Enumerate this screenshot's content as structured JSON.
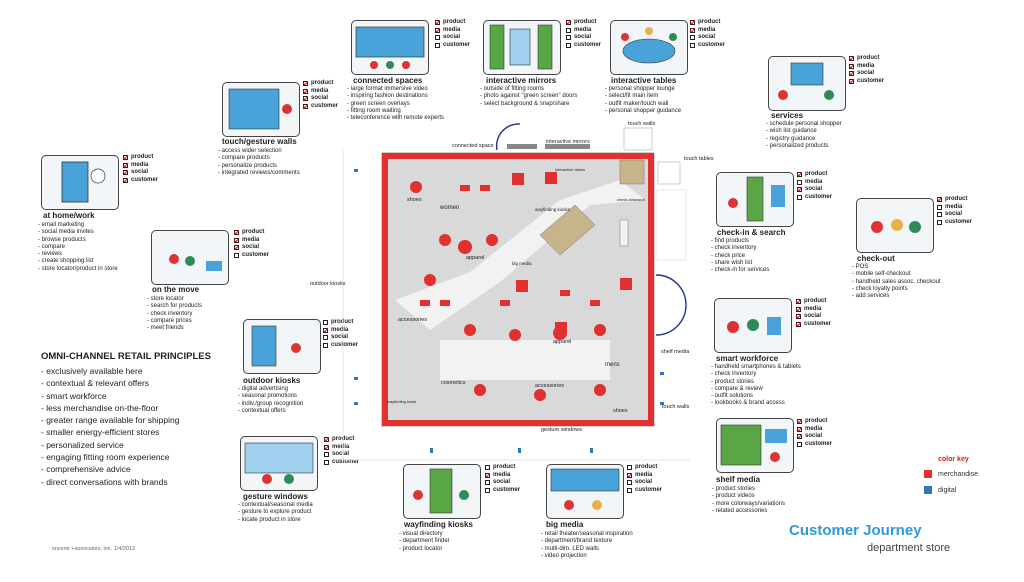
{
  "modules": [
    {
      "id": "connected-spaces",
      "title": "connected spaces",
      "items": [
        "large format immersive video",
        "inspiring fashion destinations",
        "green screen overlays",
        "fitting room waiting",
        "teleconference with remote experts"
      ],
      "checks": [
        true,
        true,
        false,
        false
      ]
    },
    {
      "id": "interactive-mirrors",
      "title": "interactive mirrors",
      "items": [
        "outside of fitting rooms",
        "photo against \"green screen\" doors",
        "select background & snap/share"
      ],
      "checks": [
        true,
        false,
        false,
        false
      ]
    },
    {
      "id": "interactive-tables",
      "title": "interactive tables",
      "items": [
        "personal shopper lounge",
        "select/fit main item",
        "outfit maker/touch wall",
        "personal shopper guidance"
      ],
      "checks": [
        true,
        true,
        false,
        false
      ]
    },
    {
      "id": "services",
      "title": "services",
      "items": [
        "schedule personal shopper",
        "wish list guidance",
        "registry guidance",
        "personalized products"
      ],
      "checks": [
        true,
        true,
        true,
        true
      ]
    },
    {
      "id": "touch-gesture-walls",
      "title": "touch/gesture walls",
      "items": [
        "access wider selection",
        "compare products",
        "personalize products",
        "integrated reviews/comments"
      ],
      "checks": [
        true,
        true,
        true,
        true
      ]
    },
    {
      "id": "at-home-work",
      "title": "at home/work",
      "items": [
        "email marketing",
        "social media invites",
        "browse products",
        "compare",
        "reviews",
        "create shopping list",
        "store locator/product in store"
      ],
      "checks": [
        true,
        true,
        true,
        true
      ]
    },
    {
      "id": "on-the-move",
      "title": "on the move",
      "items": [
        "store locator",
        "search for products",
        "check inventory",
        "compare prices",
        "meet friends"
      ],
      "checks": [
        true,
        true,
        true,
        false
      ]
    },
    {
      "id": "outdoor-kiosks",
      "title": "outdoor kiosks",
      "items": [
        "digital advertising",
        "seasonal promotions",
        "indiv./group recognition",
        "contextual offers"
      ],
      "checks": [
        false,
        true,
        false,
        false
      ]
    },
    {
      "id": "gesture-windows",
      "title": "gesture windows",
      "items": [
        "contextual/seasonal media",
        "gesture to explore product",
        "locate product in store"
      ],
      "checks": [
        true,
        true,
        false,
        false
      ]
    },
    {
      "id": "wayfinding-kiosks",
      "title": "wayfinding kiosks",
      "items": [
        "visual directory",
        "department finder",
        "product locator"
      ],
      "checks": [
        false,
        true,
        false,
        false
      ]
    },
    {
      "id": "big-media",
      "title": "big media",
      "items": [
        "retail theater/seasonal inspiration",
        "department/brand texture",
        "multi-dim. LED walls",
        "video projection"
      ],
      "checks": [
        false,
        true,
        false,
        false
      ]
    },
    {
      "id": "check-in-search",
      "title": "check-in & search",
      "items": [
        "find products",
        "check inventory",
        "check price",
        "share wish list",
        "check-in for services"
      ],
      "checks": [
        true,
        false,
        true,
        false
      ]
    },
    {
      "id": "check-out",
      "title": "check-out",
      "items": [
        "POS",
        "mobile self-checkout",
        "handheld sales assoc. checkout",
        "check loyalty points",
        "add services"
      ],
      "checks": [
        true,
        false,
        false,
        false
      ]
    },
    {
      "id": "smart-workforce",
      "title": "smart workforce",
      "items": [
        "handheld smartphones & tablets",
        "check inventory",
        "product stories",
        "compare & review",
        "outfit solutions",
        "lookbooks & brand access"
      ],
      "checks": [
        true,
        true,
        true,
        true
      ]
    },
    {
      "id": "shelf-media",
      "title": "shelf media",
      "items": [
        "product stories",
        "product videos",
        "more colorways/variations",
        "related accessories"
      ],
      "checks": [
        true,
        true,
        true,
        false
      ]
    }
  ],
  "check_labels": [
    "product",
    "media",
    "social",
    "customer"
  ],
  "map_labels": {
    "connected_space": "connected space",
    "interactive_mirrors": "interactive mirrors",
    "touch_walls": "touch walls",
    "touch_tables": "touch tables",
    "outdoor_kiosks": "outdoor kiosks",
    "shelf_media": "shelf media",
    "touch_walls_2": "touch walls",
    "gesture_windows": "gesture windows",
    "shoes": "shoes",
    "women": "women",
    "wayfinding_kiosks": "wayfinding kiosks",
    "apparel": "apparel",
    "big_media": "big media",
    "accessories": "accessories",
    "apparel_2": "apparel",
    "mens": "mens",
    "cosmetics": "cosmetics",
    "accessories_2": "accessories",
    "shoes_2": "shoes",
    "wayfinding_kiosk": "wayfinding kiosk",
    "check_in_search": "check-in/search",
    "interactive_tables": "interactive tables"
  },
  "principles": {
    "title": "OMNI-CHANNEL RETAIL PRINCIPLES",
    "items": [
      "exclusively available here",
      "contextual & relevant offers",
      "smart workforce",
      "less merchandise on-the-floor",
      "greater range available for shipping",
      "smaller energy-efficient stores",
      "personalized service",
      "engaging fitting room experience",
      "comprehensive advice",
      "direct conversations with brands"
    ]
  },
  "color_key": {
    "title": "color key",
    "items": [
      {
        "label": "merchandise",
        "color": "#e03030"
      },
      {
        "label": "digital",
        "color": "#2a7cc0"
      }
    ]
  },
  "footer": {
    "title": "Customer Journey",
    "subtitle": "department store",
    "credit": "sncone +associates, inc. 1/4/2012"
  },
  "colors": {
    "accent": "#e03030",
    "digital": "#2a7cc0",
    "title_blue": "#2f9ad8",
    "floor": "#d9d9d9"
  }
}
